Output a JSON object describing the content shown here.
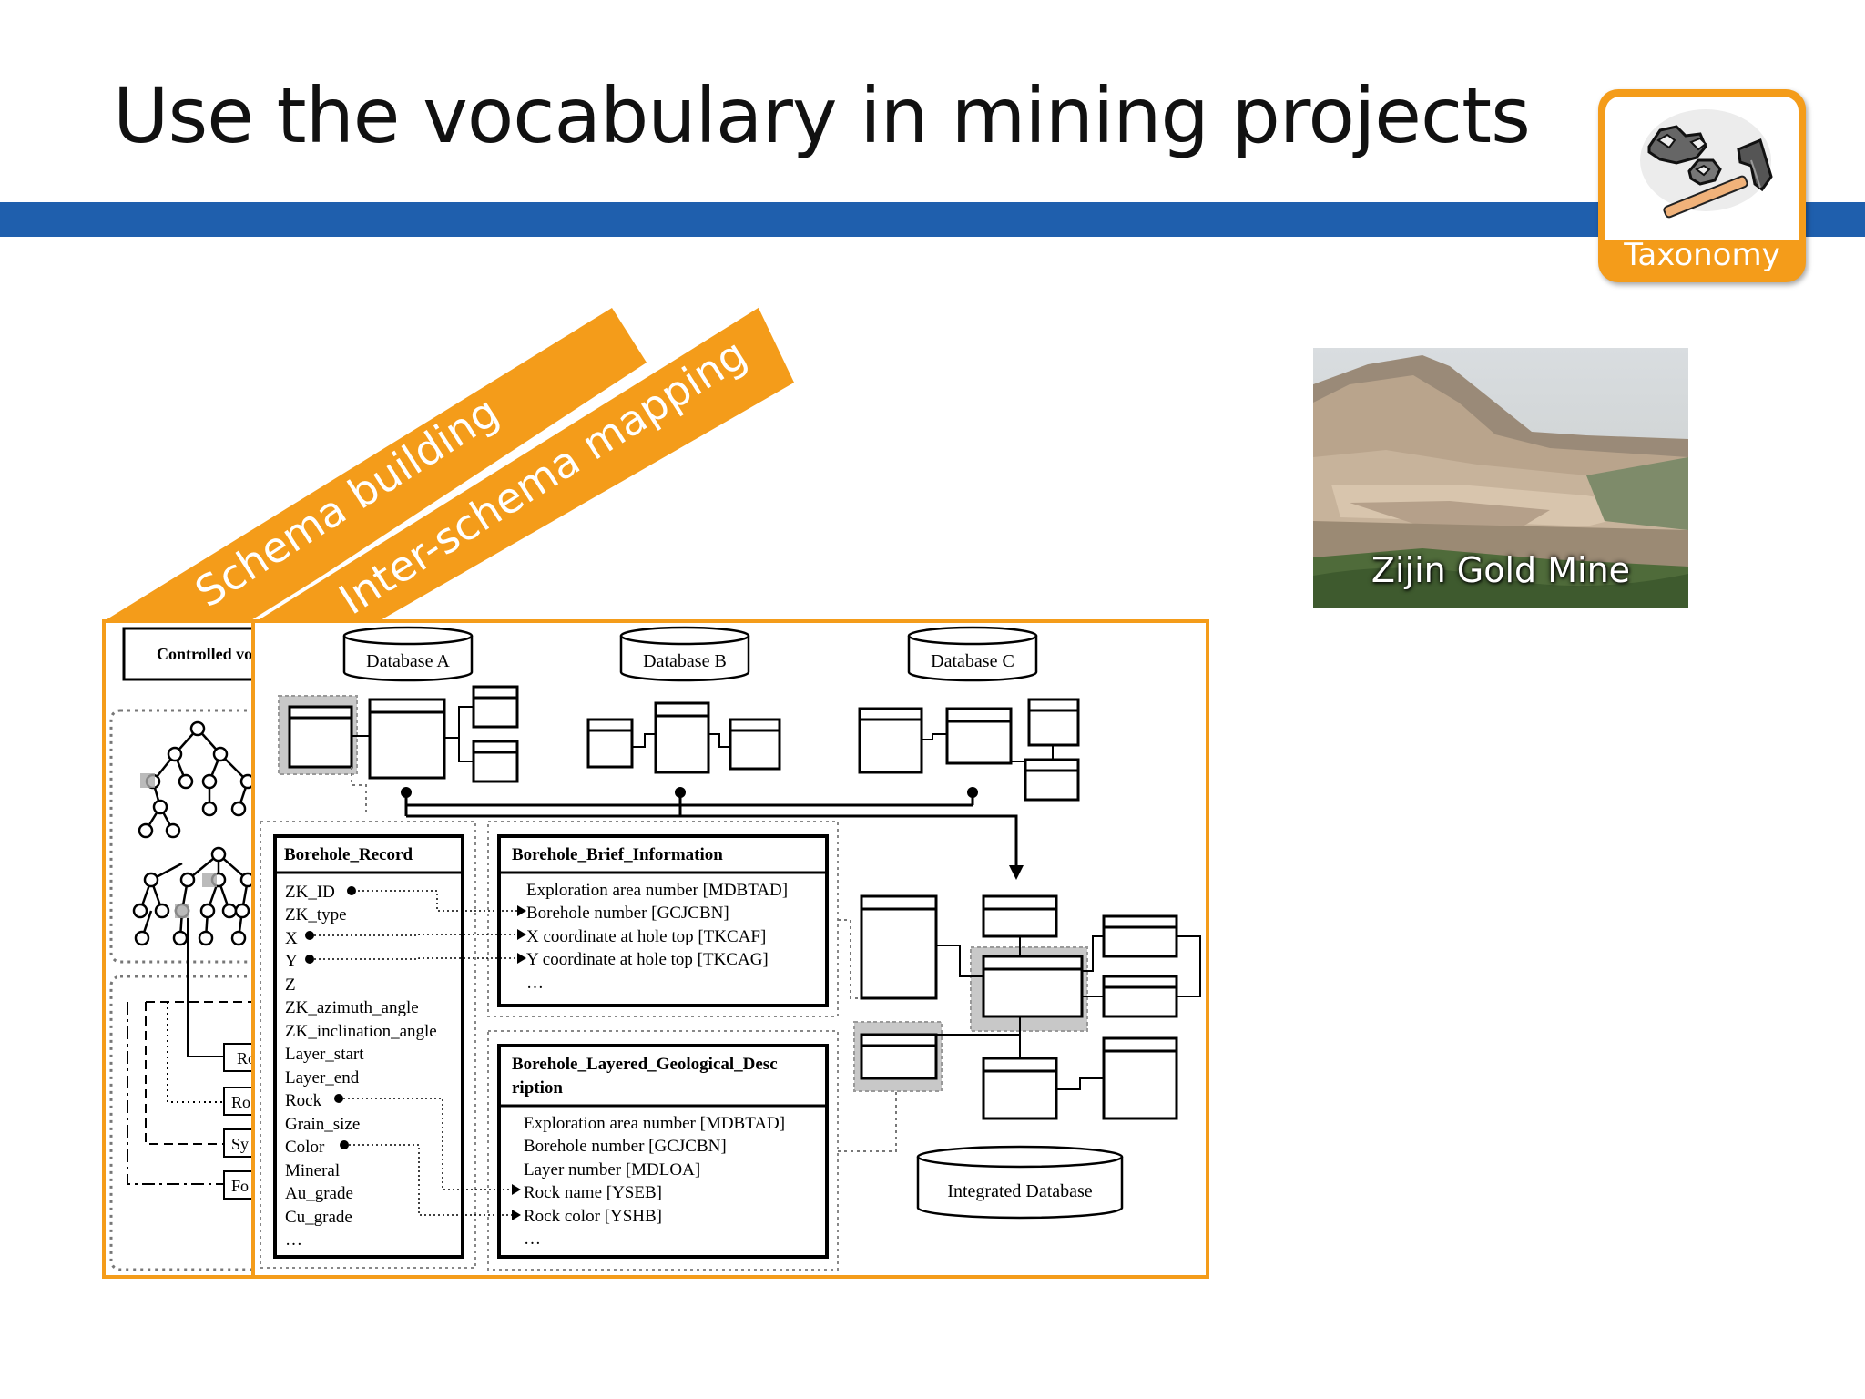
{
  "slide": {
    "title": "Use the vocabulary in mining projects"
  },
  "badge": {
    "label": "Taxonomy",
    "icon": "rock-hammer-icon"
  },
  "photo": {
    "caption": "Zijin Gold Mine"
  },
  "banners": {
    "schema_building": "Schema building",
    "inter_schema_mapping": "Inter-schema mapping"
  },
  "colors": {
    "accent": "#f49c1a",
    "band": "#1f5fad"
  },
  "back_panel": {
    "controlled_vocab_label": "Controlled vo",
    "side_labels": [
      "Ro",
      "Ro",
      "Sy",
      "Fo"
    ]
  },
  "databases": {
    "a": "Database A",
    "b": "Database B",
    "c": "Database C",
    "integrated": "Integrated Database"
  },
  "borehole_record": {
    "title": "Borehole_Record",
    "fields": [
      "ZK_ID",
      "ZK_type",
      "X",
      "Y",
      "Z",
      "ZK_azimuth_angle",
      "ZK_inclination_angle",
      "Layer_start",
      "Layer_end",
      "Rock",
      "Grain_size",
      "Color",
      "Mineral",
      "Au_grade",
      "Cu_grade",
      "…"
    ]
  },
  "brief_info": {
    "title": "Borehole_Brief_Information",
    "fields": [
      "Exploration area number [MDBTAD]",
      "Borehole number [GCJCBN]",
      "X coordinate at hole top [TKCAF]",
      "Y coordinate at hole top [TKCAG]",
      "…"
    ]
  },
  "layered_desc": {
    "title_line1": "Borehole_Layered_Geological_Desc",
    "title_line2": "ription",
    "fields": [
      "Exploration area number [MDBTAD]",
      "Borehole number [GCJCBN]",
      "Layer number [MDLOA]",
      "Rock name [YSEB]",
      "Rock color [YSHB]",
      "…"
    ]
  }
}
